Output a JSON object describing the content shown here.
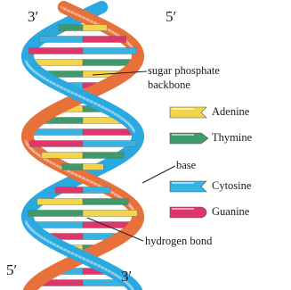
{
  "ends": {
    "top_left": "3′",
    "top_right": "5′",
    "bottom_left": "5′",
    "bottom_right": "3′"
  },
  "annotations": {
    "sugar_phosphate_line1": "sugar phosphate",
    "sugar_phosphate_line2": "backbone",
    "base": "base",
    "hydrogen_bond": "hydrogen bond"
  },
  "key": [
    {
      "name": "Adenine",
      "color": "#f2d54b",
      "shape": "notch"
    },
    {
      "name": "Thymine",
      "color": "#3f9a6b",
      "shape": "arrow"
    },
    {
      "name": "Cytosine",
      "color": "#34b3e4",
      "shape": "notch"
    },
    {
      "name": "Guanine",
      "color": "#e0356b",
      "shape": "round"
    }
  ],
  "colors": {
    "strand_orange": "#e8703a",
    "strand_blue": "#2aa8e0",
    "leader": "#222222"
  }
}
